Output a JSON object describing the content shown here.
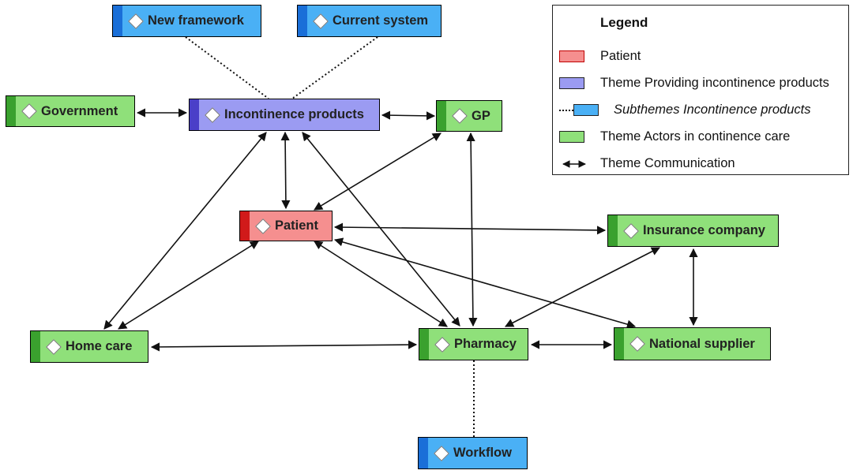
{
  "nodes": {
    "new_framework": {
      "label": "New framework",
      "kind": "sub"
    },
    "current_system": {
      "label": "Current system",
      "kind": "sub"
    },
    "government": {
      "label": "Government",
      "kind": "actor"
    },
    "incontinence_products": {
      "label": "Incontinence products",
      "kind": "theme"
    },
    "gp": {
      "label": "GP",
      "kind": "actor"
    },
    "patient": {
      "label": "Patient",
      "kind": "patient"
    },
    "insurance_company": {
      "label": "Insurance company",
      "kind": "actor"
    },
    "home_care": {
      "label": "Home care",
      "kind": "actor"
    },
    "pharmacy": {
      "label": "Pharmacy",
      "kind": "actor"
    },
    "national_supplier": {
      "label": "National supplier",
      "kind": "actor"
    },
    "workflow": {
      "label": "Workflow",
      "kind": "sub"
    }
  },
  "edges": [
    {
      "from": "new_framework",
      "to": "incontinence_products",
      "style": "dotted"
    },
    {
      "from": "current_system",
      "to": "incontinence_products",
      "style": "dotted"
    },
    {
      "from": "pharmacy",
      "to": "workflow",
      "style": "dotted"
    },
    {
      "from": "government",
      "to": "incontinence_products",
      "style": "bidirectional"
    },
    {
      "from": "incontinence_products",
      "to": "gp",
      "style": "bidirectional"
    },
    {
      "from": "incontinence_products",
      "to": "patient",
      "style": "bidirectional"
    },
    {
      "from": "incontinence_products",
      "to": "home_care",
      "style": "bidirectional"
    },
    {
      "from": "incontinence_products",
      "to": "pharmacy",
      "style": "bidirectional"
    },
    {
      "from": "gp",
      "to": "patient",
      "style": "bidirectional"
    },
    {
      "from": "gp",
      "to": "pharmacy",
      "style": "bidirectional"
    },
    {
      "from": "patient",
      "to": "insurance_company",
      "style": "bidirectional"
    },
    {
      "from": "patient",
      "to": "home_care",
      "style": "bidirectional"
    },
    {
      "from": "patient",
      "to": "pharmacy",
      "style": "bidirectional"
    },
    {
      "from": "patient",
      "to": "national_supplier",
      "style": "bidirectional"
    },
    {
      "from": "home_care",
      "to": "pharmacy",
      "style": "bidirectional"
    },
    {
      "from": "pharmacy",
      "to": "national_supplier",
      "style": "bidirectional"
    },
    {
      "from": "pharmacy",
      "to": "insurance_company",
      "style": "bidirectional"
    },
    {
      "from": "insurance_company",
      "to": "national_supplier",
      "style": "bidirectional"
    }
  ],
  "legend": {
    "title": "Legend",
    "items": {
      "patient": "Patient",
      "theme": "Theme Providing incontinence products",
      "subthemes": "Subthemes Incontinence products",
      "actors": "Theme Actors in continence care",
      "communication": "Theme Communication"
    }
  },
  "colors": {
    "patient": "#f58f8f",
    "patient_accent": "#d11a1a",
    "theme": "#9b9bf2",
    "theme_accent": "#4a3fc8",
    "subtheme": "#4ab0f5",
    "subtheme_accent": "#1a6fd8",
    "actor": "#8fe07a",
    "actor_accent": "#3aa12e"
  }
}
